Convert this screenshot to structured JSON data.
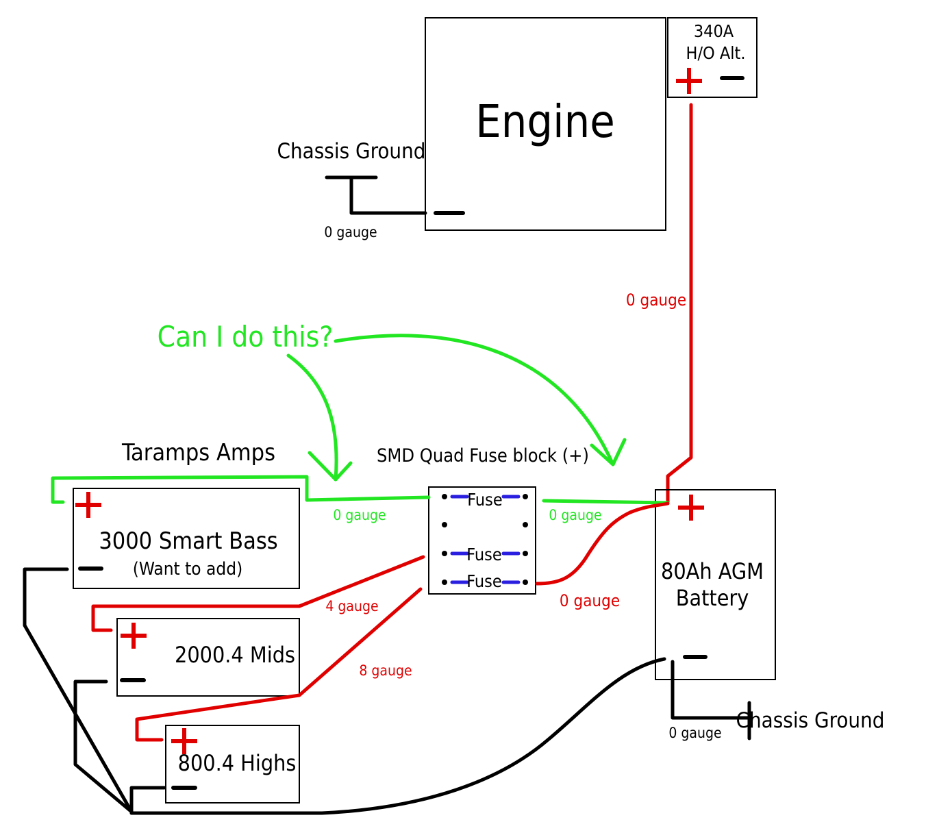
{
  "engine": {
    "label": "Engine"
  },
  "alternator": {
    "line1": "340A",
    "line2": "H/O Alt."
  },
  "chassis_ground_top": {
    "label": "Chassis Ground",
    "gauge": "0 gauge"
  },
  "chassis_ground_bottom": {
    "label": "Chassis Ground",
    "gauge": "0 gauge"
  },
  "alt_to_battery": {
    "gauge": "0 gauge"
  },
  "question": {
    "text": "Can I do this?"
  },
  "amps_group": {
    "label": "Taramps Amps"
  },
  "fuse_block": {
    "label": "SMD Quad Fuse block (+)",
    "fuse_labels": [
      "Fuse",
      "Fuse",
      "Fuse"
    ]
  },
  "amp_bass": {
    "name": "3000 Smart Bass",
    "note": "(Want to add)"
  },
  "amp_mids": {
    "name": "2000.4 Mids"
  },
  "amp_highs": {
    "name": "800.4 Highs"
  },
  "battery": {
    "line1": "80Ah AGM",
    "line2": "Battery"
  },
  "wires": {
    "bass_to_fuse": "0 gauge",
    "fuse_to_battery_green": "0 gauge",
    "fuse_to_battery_red": "0 gauge",
    "fuse_to_mids": "4 gauge",
    "fuse_to_highs": "8 gauge"
  },
  "colors": {
    "power": "#e00000",
    "ground": "#000000",
    "proposed": "#22e622",
    "fuse": "#2a1fe0"
  }
}
